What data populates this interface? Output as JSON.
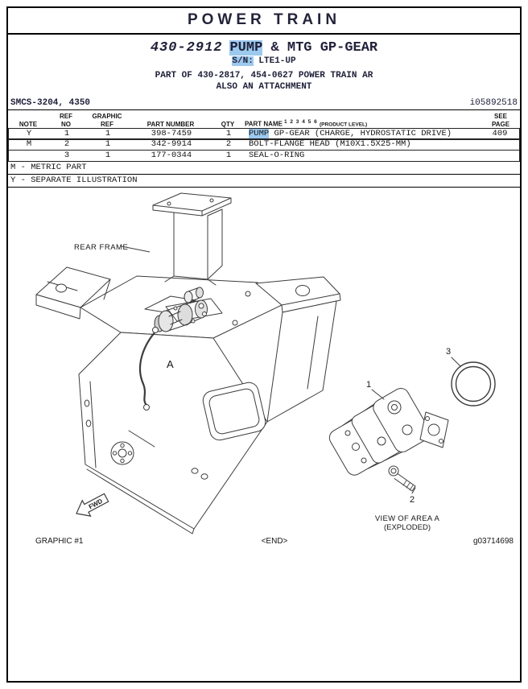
{
  "colors": {
    "highlight": "#9cc9ee",
    "ink": "#161616"
  },
  "header": {
    "title": "POWER TRAIN"
  },
  "subheader": {
    "part_number": "430-2912",
    "name_highlight": "PUMP",
    "name_rest": " & MTG GP-GEAR",
    "serial_highlight": "S/N:",
    "serial_rest": " LTE1-UP",
    "part_of": "PART OF 430-2817, 454-0627 POWER TRAIN AR",
    "attachment_note": "ALSO AN ATTACHMENT"
  },
  "meta": {
    "smcs": "SMCS-3204, 4350",
    "doc_id": "i05892518"
  },
  "table": {
    "headers": {
      "note": "NOTE",
      "ref_line1": "REF",
      "ref_line2": "NO",
      "graphic_line1": "GRAPHIC",
      "graphic_line2": "REF",
      "part_number": "PART NUMBER",
      "qty": "QTY",
      "part_name": "PART NAME",
      "part_name_sup": "1 2 3 4 5 6",
      "product_level": "(PRODUCT LEVEL)",
      "see_line1": "SEE",
      "see_line2": "PAGE"
    },
    "rows": [
      {
        "note": "Y",
        "ref": "1",
        "graphic": "1",
        "part_number": "398-7459",
        "qty": "1",
        "name_highlight": "PUMP",
        "name_rest": " GP-GEAR (CHARGE, HYDROSTATIC DRIVE)",
        "page": "409"
      },
      {
        "note": "M",
        "ref": "2",
        "graphic": "1",
        "part_number": "342-9914",
        "qty": "2",
        "name_highlight": "",
        "name_rest": "BOLT-FLANGE HEAD (M10X1.5X25-MM)",
        "page": ""
      },
      {
        "note": "",
        "ref": "3",
        "graphic": "1",
        "part_number": "177-0344",
        "qty": "1",
        "name_highlight": "",
        "name_rest": "SEAL-O-RING",
        "page": ""
      }
    ]
  },
  "legend": {
    "metric": "M - METRIC PART",
    "separate": "Y - SEPARATE ILLUSTRATION"
  },
  "figure": {
    "rear_frame_label": "REAR FRAME",
    "area_label": "A",
    "fwd_label": "FWD",
    "callout_1": "1",
    "callout_2": "2",
    "callout_3": "3",
    "view_title": "VIEW OF AREA A",
    "view_subtitle": "(EXPLODED)"
  },
  "footer": {
    "graphic_label": "GRAPHIC #1",
    "end_label": "<END>",
    "graphic_id": "g03714698"
  }
}
